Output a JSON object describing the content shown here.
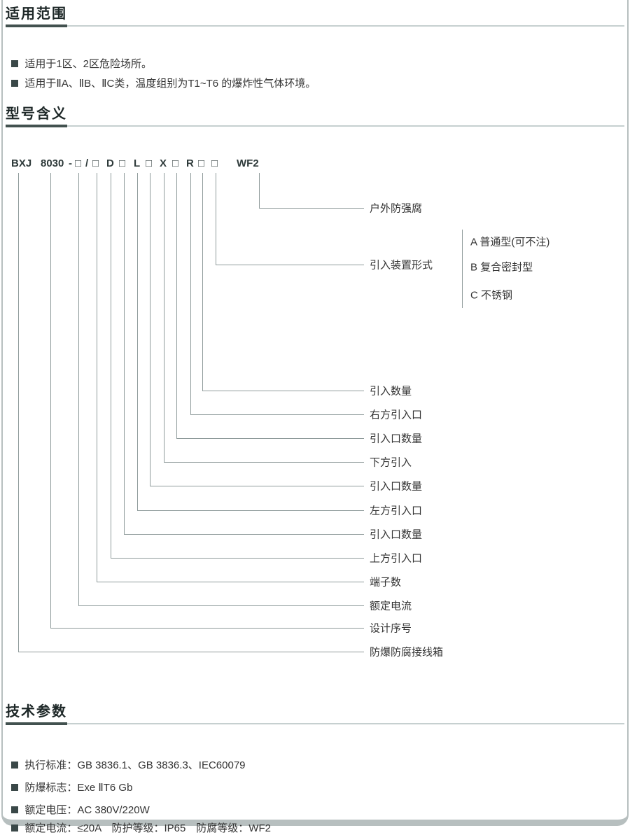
{
  "page": {
    "frame_color": "#b7bfbf",
    "accent_dark": "#42514f",
    "rule_light": "#c6d0d0"
  },
  "scope": {
    "title": "适用范围",
    "bullets": [
      "适用于1区、2区危险场所。",
      "适用于ⅡA、ⅡB、ⅡC类，温度组别为T1~T6 的爆炸性气体环境。"
    ]
  },
  "model": {
    "title": "型号含义",
    "code": "BXJ 8030-□/□D□L□X□R□□ WF2",
    "code_parts": [
      "BXJ",
      "8030",
      "-",
      "□",
      "/",
      "□",
      "D",
      "□",
      "L",
      "□",
      "X",
      "□",
      "R",
      "□",
      "□",
      "WF2"
    ],
    "labels": [
      "户外防强腐",
      "引入装置形式",
      "引入数量",
      "右方引入口",
      "引入口数量",
      "下方引入",
      "引入口数量",
      "左方引入口",
      "引入口数量",
      "上方引入口",
      "端子数",
      "额定电流",
      "设计序号",
      "防爆防腐接线箱"
    ],
    "entry_options": [
      "A 普通型(可不注)",
      "B 复合密封型",
      "C 不锈钢"
    ]
  },
  "tech": {
    "title": "技术参数",
    "bullets": [
      "执行标准：GB 3836.1、GB 3836.3、IEC60079",
      "防爆标志：Exe ⅡT6 Gb",
      "额定电压：AC 380V/220W",
      "额定电流：≤20A　防护等级：IP65　防腐等级：WF2"
    ]
  }
}
